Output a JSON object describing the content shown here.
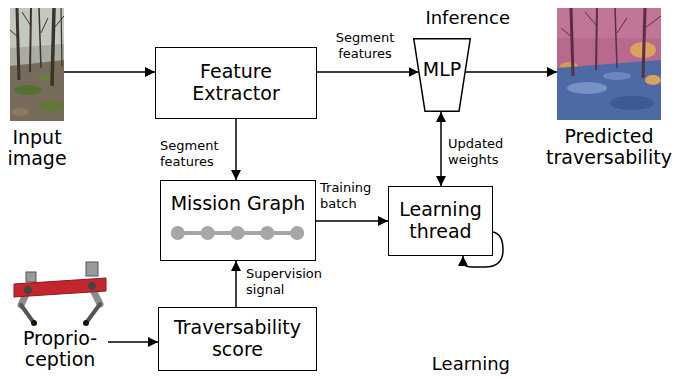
{
  "diagram": {
    "nodes": [
      {
        "text": [
          "Input image"
        ]
      },
      {
        "text": [
          "Inference"
        ]
      },
      {
        "text": [
          "Feature Extractor"
        ],
        "in": 1
      },
      {
        "text": [
          "MLP"
        ],
        "in": 1
      },
      {
        "text": [
          "Predicted traversability"
        ]
      },
      {
        "text": [
          "Learning"
        ]
      },
      {
        "text": [
          "Mission Graph"
        ],
        "in": 5
      },
      {
        "text": [
          "Learning thread"
        ],
        "in": 5
      },
      {
        "text": [
          "Proprio- ception"
        ]
      },
      {
        "text": [
          "Traversability score"
        ],
        "in": 5
      }
    ],
    "edges": [
      {
        "from": 0,
        "to": 2,
        "arrow": "to"
      },
      {
        "from": 2,
        "to": 3,
        "label": "Segment features",
        "arrow": "to"
      },
      {
        "from": 3,
        "to": 4,
        "arrow": "to"
      },
      {
        "from": 2,
        "to": 6,
        "label": "Segment features",
        "arrow": "to"
      },
      {
        "from": 6,
        "to": 7,
        "label": "Training batch",
        "arrow": "to"
      },
      {
        "from": 7,
        "to": 3,
        "label": "Updated weights",
        "arrow": "both"
      },
      {
        "from": 7,
        "to": 7,
        "arrow": "to"
      },
      {
        "from": 9,
        "to": 6,
        "label": "Supervision signal",
        "arrow": "to"
      },
      {
        "from": 8,
        "to": 9,
        "arrow": "to"
      }
    ]
  }
}
